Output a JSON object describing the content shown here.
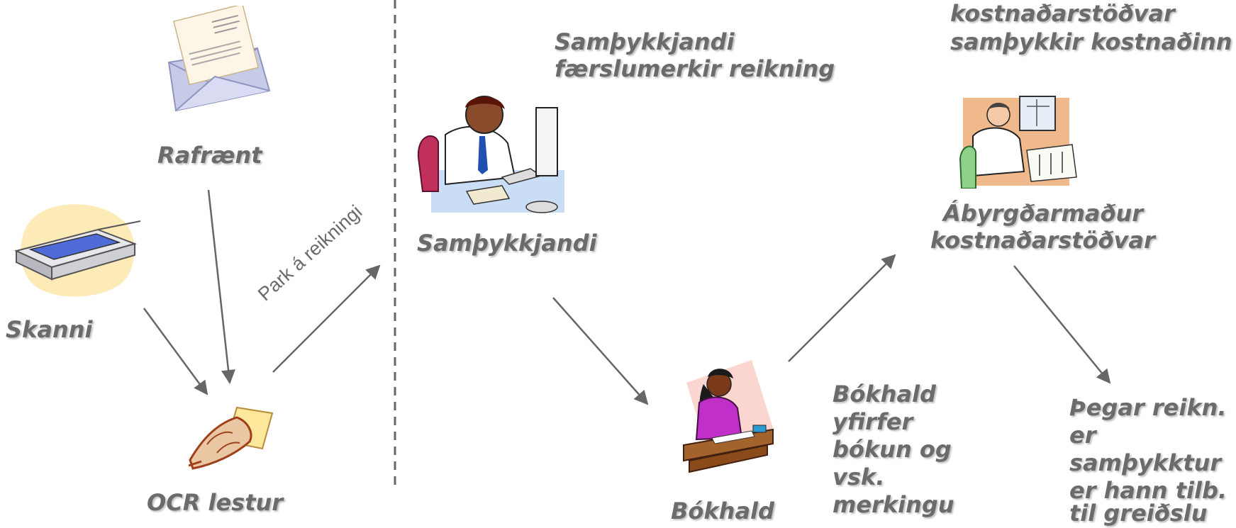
{
  "labels": {
    "rafraent": "Rafrænt",
    "skanni": "Skanni",
    "ocr": "OCR lestur",
    "park": "Park á reikningi",
    "sampykkjandi": "Samþykkjandi",
    "sampykkjandi_desc_1": "Samþykkjandi",
    "sampykkjandi_desc_2": "færslumerkir reikning",
    "bokhald": "Bókhald",
    "bokhald_desc": [
      "Bókhald",
      "yfirfer",
      "bókun og",
      "vsk.",
      "merkingu"
    ],
    "abyrgd_1": "Ábyrgðarmaður",
    "abyrgd_2": "kostnaðarstöðvar",
    "top_right_1": "kostnaðarstöðvar",
    "top_right_2": "samþykkir kostnaðinn",
    "greidsla": [
      "Þegar reikn.",
      "er",
      "samþykktur",
      "er hann tilb.",
      "til greiðslu"
    ]
  },
  "colors": {
    "text": "#6b6b6b",
    "arrow": "#666666"
  }
}
